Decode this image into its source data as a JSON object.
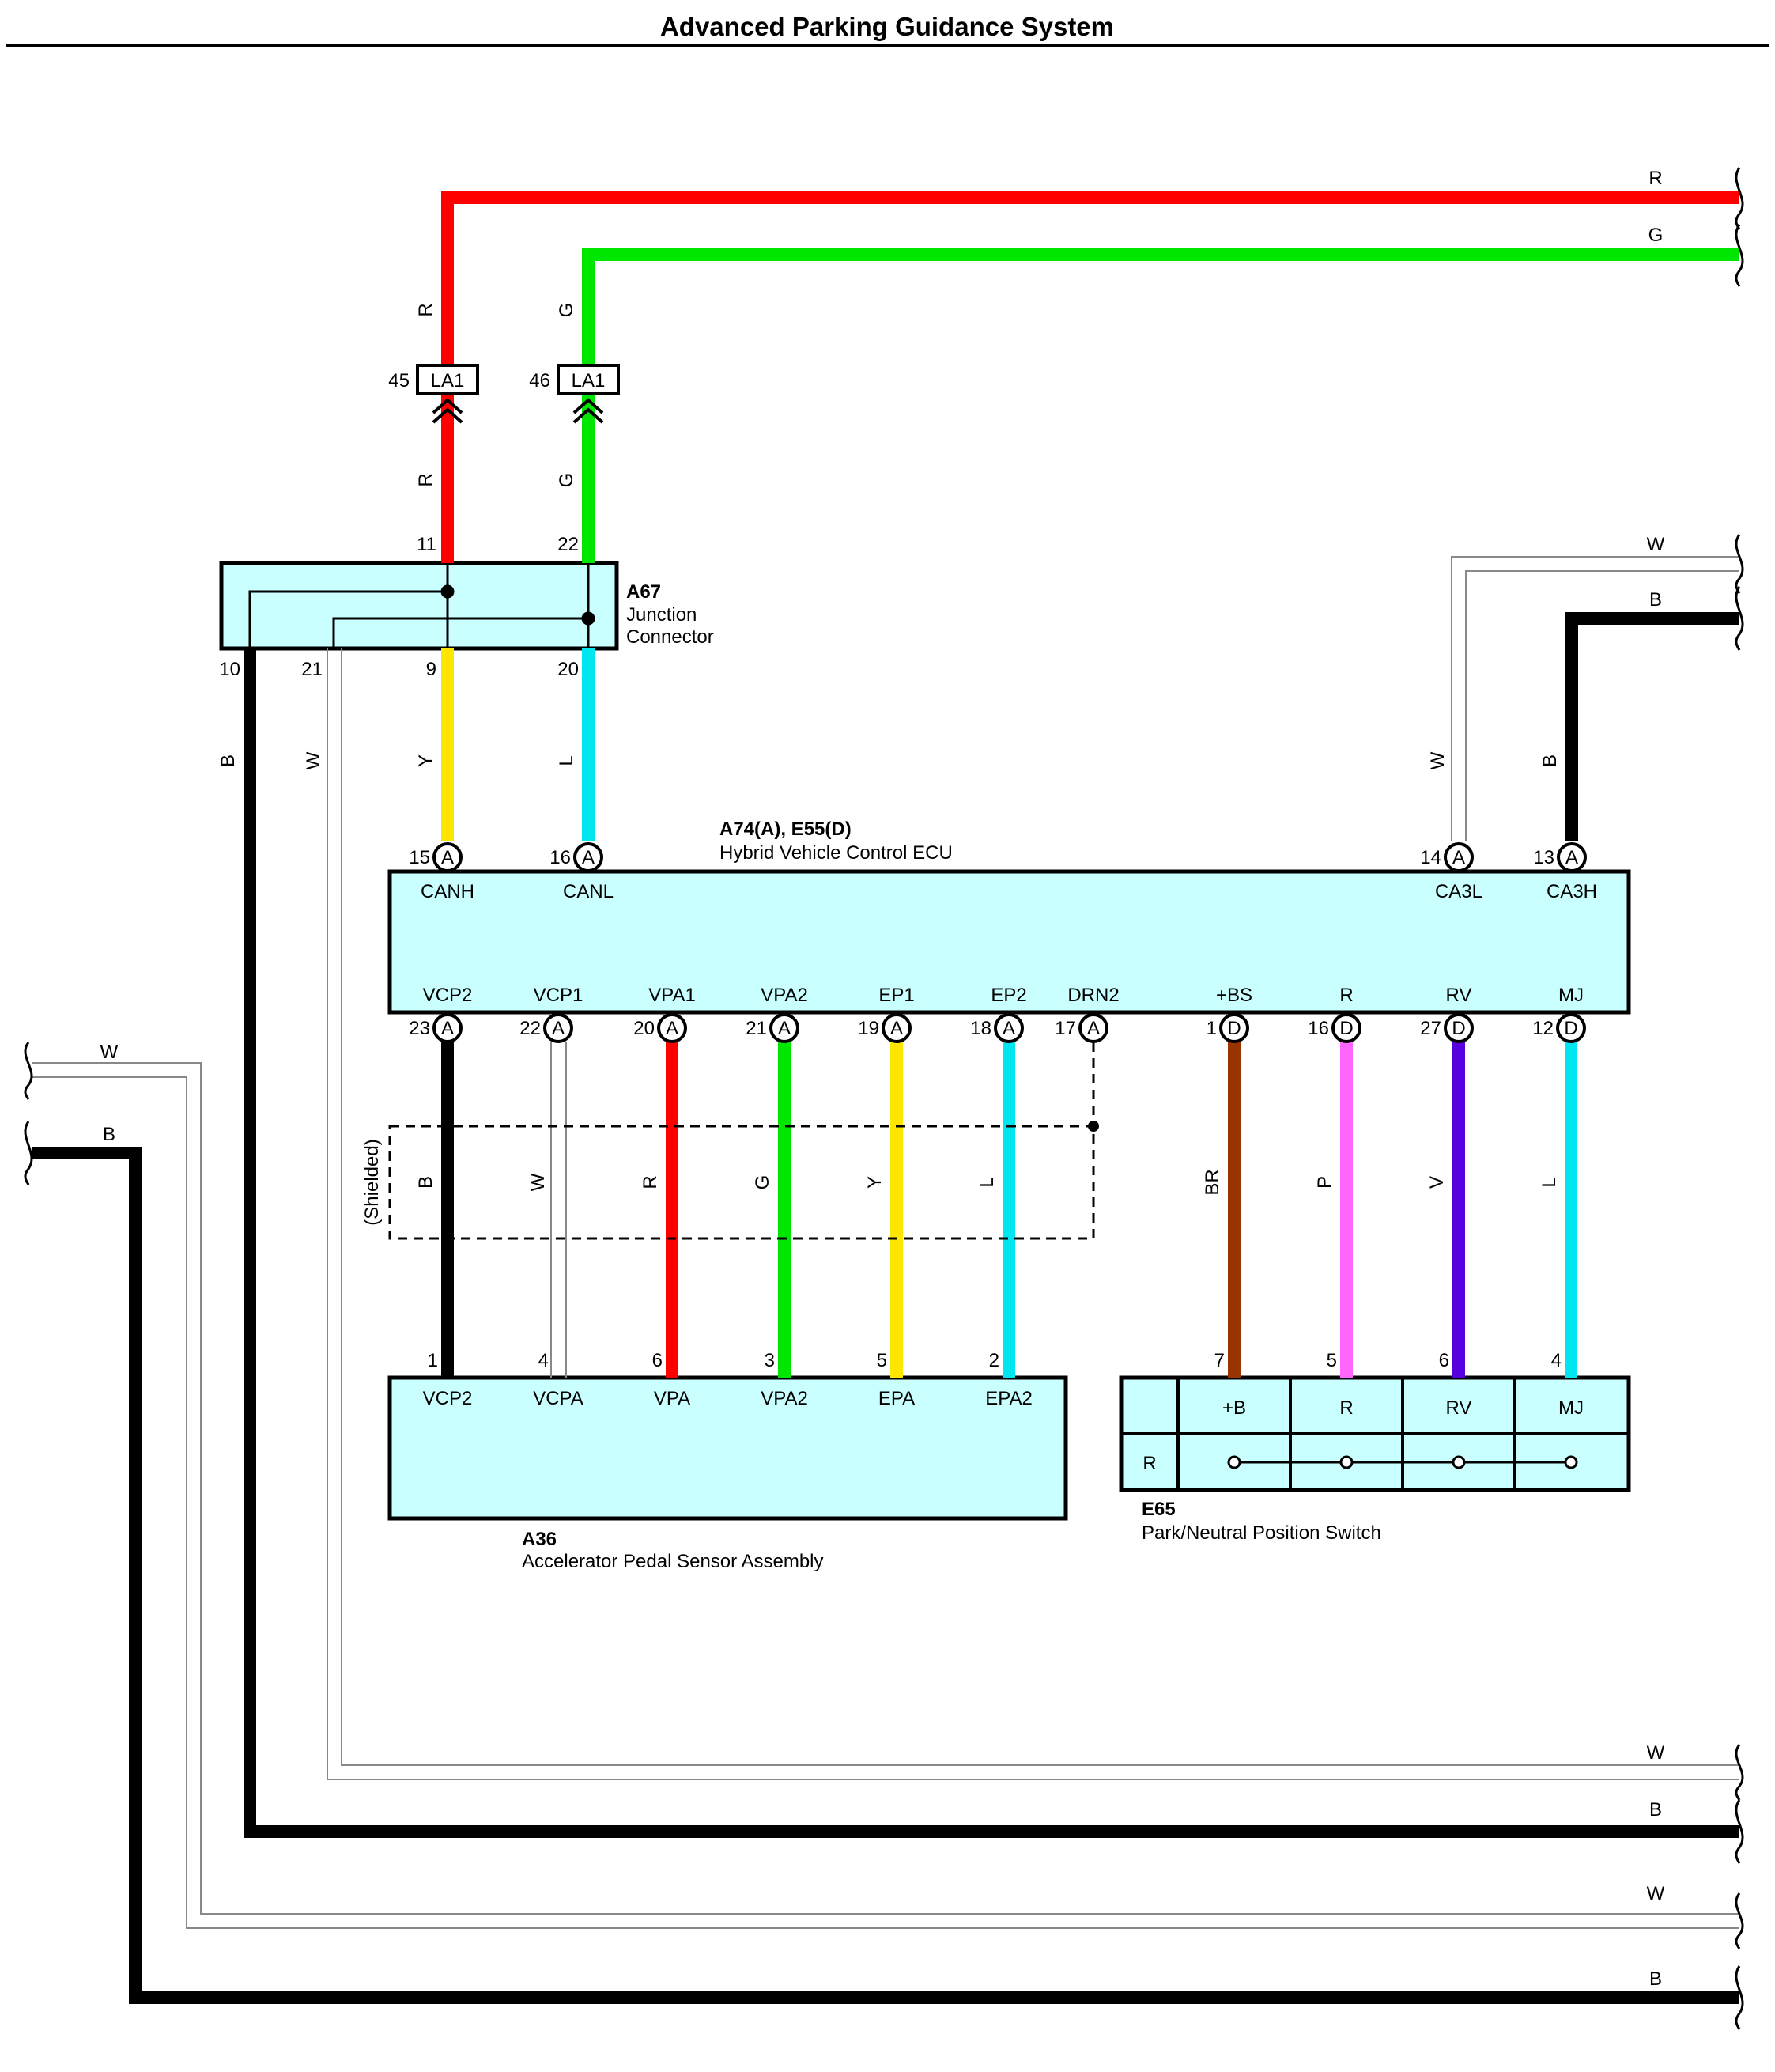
{
  "title": "Advanced Parking Guidance System",
  "colors": {
    "R": "#ff0000",
    "G": "#00e600",
    "Y": "#ffe600",
    "L": "#00e6f0",
    "B": "#000000",
    "W": "#999999",
    "BR": "#993300",
    "P": "#ff66ff",
    "V": "#5500dd",
    "box_fill": "#c9ffff"
  },
  "junction": {
    "id": "A67",
    "name_line1": "Junction",
    "name_line2": "Connector",
    "pins": {
      "p11": "11",
      "p22": "22",
      "p10": "10",
      "p21": "21",
      "p9": "9",
      "p20": "20"
    }
  },
  "inline_connector": {
    "label": "LA1",
    "pin_left": "45",
    "pin_right": "46"
  },
  "ecu": {
    "id": "A74(A), E55(D)",
    "name": "Hybrid Vehicle Control ECU",
    "top_pins": [
      {
        "pin": "15",
        "conn": "A",
        "name": "CANH"
      },
      {
        "pin": "16",
        "conn": "A",
        "name": "CANL"
      },
      {
        "pin": "14",
        "conn": "A",
        "name": "CA3L"
      },
      {
        "pin": "13",
        "conn": "A",
        "name": "CA3H"
      }
    ],
    "bottom_pins": [
      {
        "pin": "23",
        "conn": "A",
        "name": "VCP2"
      },
      {
        "pin": "22",
        "conn": "A",
        "name": "VCP1"
      },
      {
        "pin": "20",
        "conn": "A",
        "name": "VPA1"
      },
      {
        "pin": "21",
        "conn": "A",
        "name": "VPA2"
      },
      {
        "pin": "19",
        "conn": "A",
        "name": "EP1"
      },
      {
        "pin": "18",
        "conn": "A",
        "name": "EP2"
      },
      {
        "pin": "17",
        "conn": "A",
        "name": "DRN2"
      },
      {
        "pin": "1",
        "conn": "D",
        "name": "+BS"
      },
      {
        "pin": "16",
        "conn": "D",
        "name": "R"
      },
      {
        "pin": "27",
        "conn": "D",
        "name": "RV"
      },
      {
        "pin": "12",
        "conn": "D",
        "name": "MJ"
      }
    ]
  },
  "pedal_sensor": {
    "id": "A36",
    "name": "Accelerator Pedal Sensor Assembly",
    "pins": [
      {
        "pin": "1",
        "name": "VCP2"
      },
      {
        "pin": "4",
        "name": "VCPA"
      },
      {
        "pin": "6",
        "name": "VPA"
      },
      {
        "pin": "3",
        "name": "VPA2"
      },
      {
        "pin": "5",
        "name": "EPA"
      },
      {
        "pin": "2",
        "name": "EPA2"
      }
    ]
  },
  "pn_switch": {
    "id": "E65",
    "name": "Park/Neutral Position Switch",
    "row_label": "R",
    "pins": [
      {
        "pin": "7",
        "name": "+B"
      },
      {
        "pin": "5",
        "name": "R"
      },
      {
        "pin": "6",
        "name": "RV"
      },
      {
        "pin": "4",
        "name": "MJ"
      }
    ]
  },
  "shield_label": "(Shielded)",
  "wire_codes": {
    "r_top": "R",
    "g_top": "G",
    "r_a": "R",
    "g_a": "G",
    "r_b": "R",
    "g_b": "G",
    "y_junc": "Y",
    "l_junc": "L",
    "b_junc": "B",
    "w_junc": "W",
    "w_ca3l": "W",
    "b_ca3h": "B",
    "w_right_top": "W",
    "b_right_top": "B",
    "w_left": "W",
    "b_left": "B",
    "s_b": "B",
    "s_w": "W",
    "s_r": "R",
    "s_g": "G",
    "s_y": "Y",
    "s_l": "L",
    "d_br": "BR",
    "d_p": "P",
    "d_v": "V",
    "d_l": "L",
    "w_bot1": "W",
    "b_bot1": "B",
    "w_bot2": "W",
    "b_bot2": "B"
  }
}
